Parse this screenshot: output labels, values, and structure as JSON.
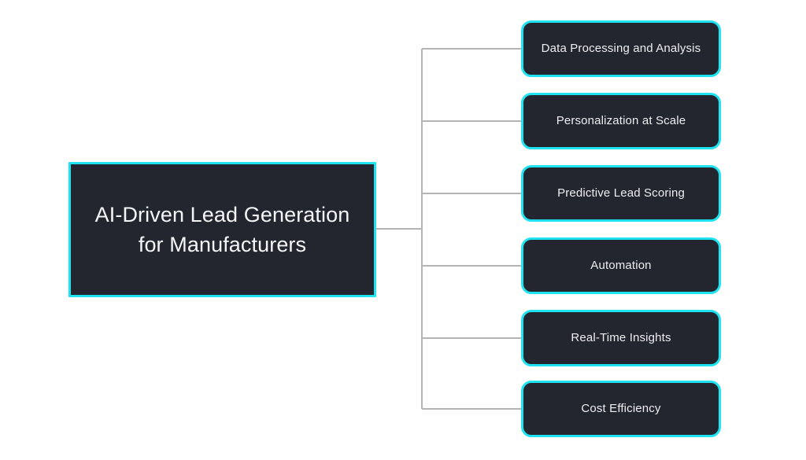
{
  "diagram": {
    "type": "tree-diagram",
    "title": "AI-Driven Lead Generation for Manufacturers",
    "background_color": "#ffffff",
    "node_fill_color": "#24262F",
    "node_border_color": "#1FE3F0",
    "node_text_color": "#EDEEF1",
    "connector_color": "#b4b4b4",
    "root": {
      "label": "AI-Driven Lead Generation for Manufacturers",
      "line1": "AI-Driven Lead Generation",
      "line2": "for Manufacturers"
    },
    "branches": [
      {
        "label": "Data Processing and Analysis"
      },
      {
        "label": "Personalization at Scale"
      },
      {
        "label": "Predictive Lead Scoring"
      },
      {
        "label": "Automation"
      },
      {
        "label": "Real-Time Insights"
      },
      {
        "label": "Cost Efficiency"
      }
    ]
  }
}
